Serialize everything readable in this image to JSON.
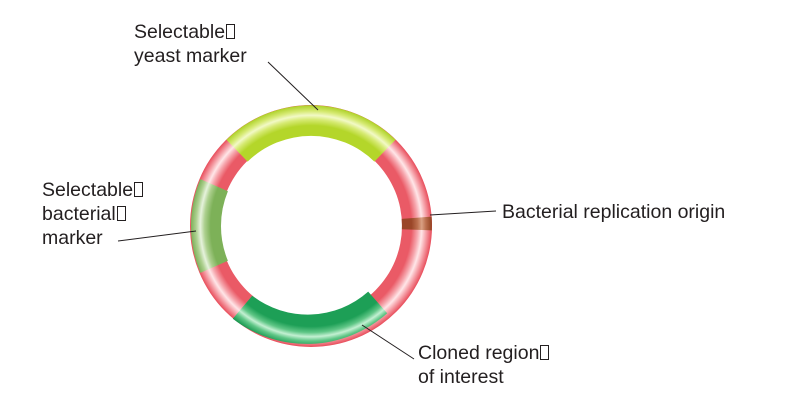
{
  "diagram": {
    "segments": [
      {
        "id": "yeast-marker",
        "color": "#b8d92c",
        "color_light": "#eef7b8"
      },
      {
        "id": "bacterial-marker",
        "color": "#7fb45a",
        "color_light": "#e4f1d8"
      },
      {
        "id": "bacterial-origin",
        "color": "#9c4a2a",
        "color_light": "#d79b7f"
      },
      {
        "id": "cloned-region",
        "color": "#1ea35a",
        "color_light": "#b9ecc9"
      },
      {
        "id": "backbone",
        "color": "#ea5a66",
        "color_light": "#ffe3e6"
      }
    ],
    "labels": {
      "yeast_marker": [
        "Selectable",
        "yeast marker"
      ],
      "bacterial_marker": [
        "Selectable",
        "bacterial",
        "marker"
      ],
      "origin": "Bacterial replication origin",
      "cloned_region": [
        "Cloned region",
        "of interest"
      ]
    }
  }
}
